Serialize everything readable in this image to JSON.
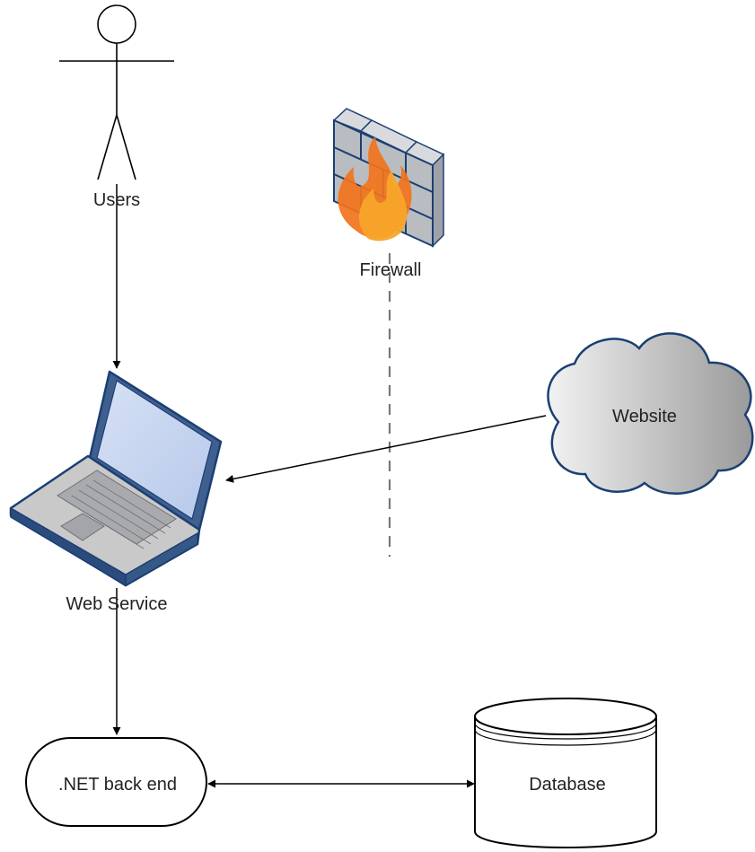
{
  "nodes": {
    "users": {
      "label": "Users",
      "icon": "user-actor-icon"
    },
    "firewall": {
      "label": "Firewall",
      "icon": "firewall-icon"
    },
    "website": {
      "label": "Website",
      "icon": "cloud-icon"
    },
    "web_service": {
      "label": "Web Service",
      "icon": "laptop-icon"
    },
    "backend": {
      "label": ".NET back end"
    },
    "database": {
      "label": "Database",
      "icon": "database-icon"
    }
  },
  "colors": {
    "stroke": "#000000",
    "outline_blue": "#1b3f73",
    "screen_blue": "#c5d3ee",
    "laptop_gray": "#c9c9c9",
    "brick_gray": "#b9bcc0",
    "flame_orange": "#f2731c",
    "flame_yellow": "#f7a52a",
    "dashed_line": "#777777"
  }
}
